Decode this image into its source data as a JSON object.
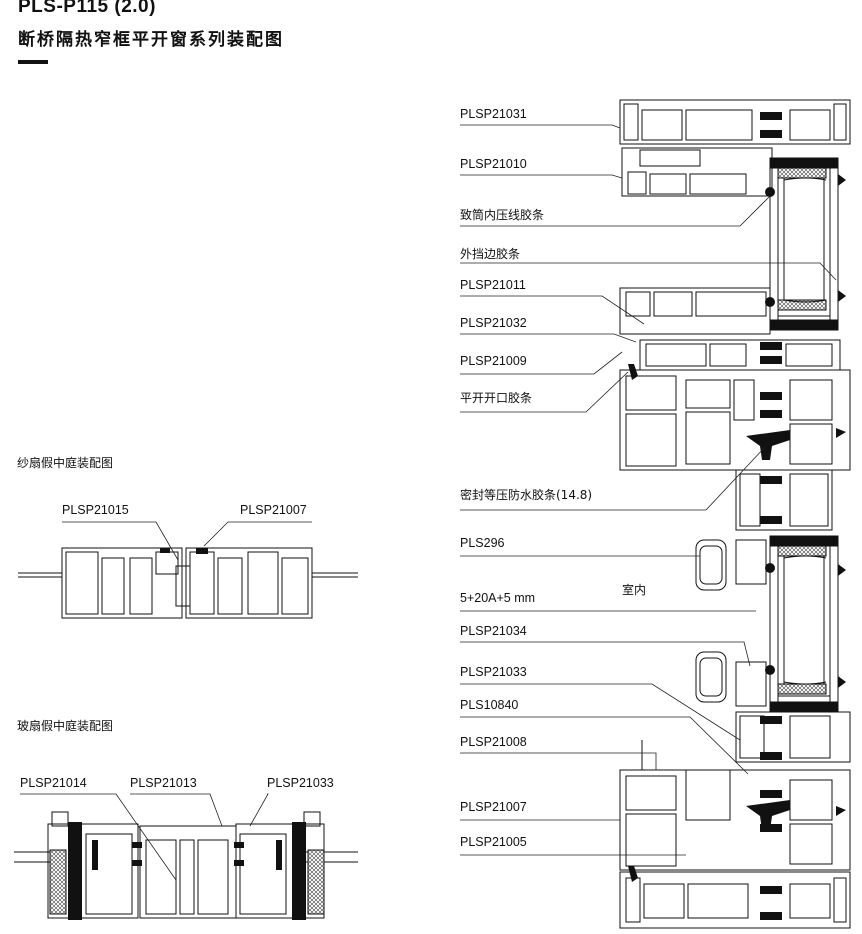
{
  "header": {
    "model": "PLS-P115 (2.0)",
    "title": "断桥隔热窄框平开窗系列装配图"
  },
  "screen_section": {
    "title": "纱扇假中庭装配图",
    "labels": [
      "PLSP21015",
      "PLSP21007"
    ]
  },
  "glass_section": {
    "title": "玻扇假中庭装配图",
    "labels": [
      "PLSP21014",
      "PLSP21013",
      "PLSP21033"
    ]
  },
  "main_labels": [
    "PLSP21031",
    "PLSP21010",
    "致筒内压线胶条",
    "外挡边胶条",
    "PLSP21011",
    "PLSP21032",
    "PLSP21009",
    "平开开口胶条",
    "密封等压防水胶条(14.8)",
    "PLS296",
    "5+20A+5 mm",
    "PLSP21034",
    "PLSP21033",
    "PLS10840",
    "PLSP21008",
    "PLSP21007",
    "PLSP21005"
  ],
  "indoor_label": "室内"
}
